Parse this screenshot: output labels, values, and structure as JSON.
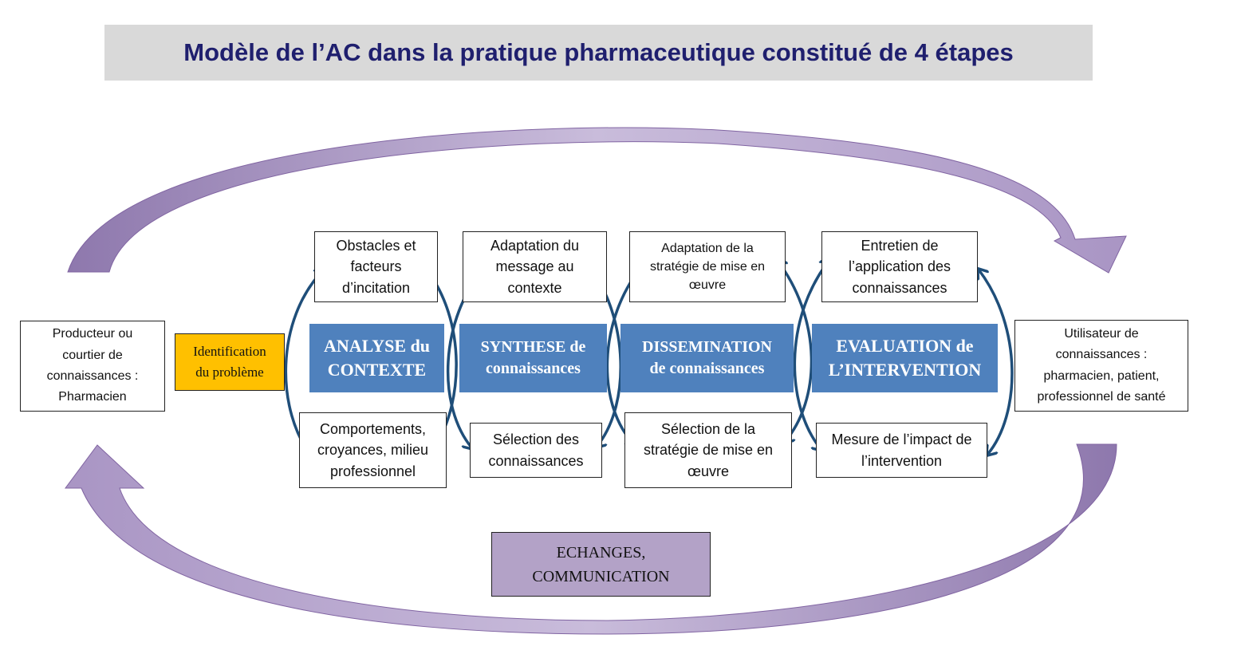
{
  "title": "Modèle de l’AC dans la pratique pharmaceutique constitué de 4 étapes",
  "producer": "Producteur ou\ncourtier de\nconnaissances :\nPharmacien",
  "identification": "Identification\ndu problème",
  "user": "Utilisateur de\nconnaissances :\npharmacien, patient,\nprofessionnel de santé",
  "exchange": "ECHANGES,\nCOMMUNICATION",
  "stages": [
    {
      "label": "ANALYSE du\nCONTEXTE",
      "top": "Obstacles et\nfacteurs\nd’incitation",
      "bottom": "Comportements,\ncroyances, milieu\nprofessionnel"
    },
    {
      "label": "SYNTHESE de\nconnaissances",
      "top": "Adaptation du\nmessage au\ncontexte",
      "bottom": "Sélection des\nconnaissances"
    },
    {
      "label": "DISSEMINATION\nde connaissances",
      "top": "Adaptation de la\nstratégie de mise en\nœuvre",
      "bottom": "Sélection de la\nstratégie de mise en\nœuvre"
    },
    {
      "label": "EVALUATION de\nL’INTERVENTION",
      "top": "Entretien de\nl’application des\nconnaissances",
      "bottom": "Mesure de l’impact de\nl’intervention"
    }
  ],
  "colors": {
    "title_text": "#1f1f6e",
    "title_bg": "#d9d9d9",
    "stage_fill": "#4f81bd",
    "ident_fill": "#ffc000",
    "exchange_fill": "#b3a2c7",
    "cycle_arrow": "#b3a2c7",
    "cycle_arrow_edge": "#8064a2",
    "double_arrow": "#1f4e79"
  }
}
